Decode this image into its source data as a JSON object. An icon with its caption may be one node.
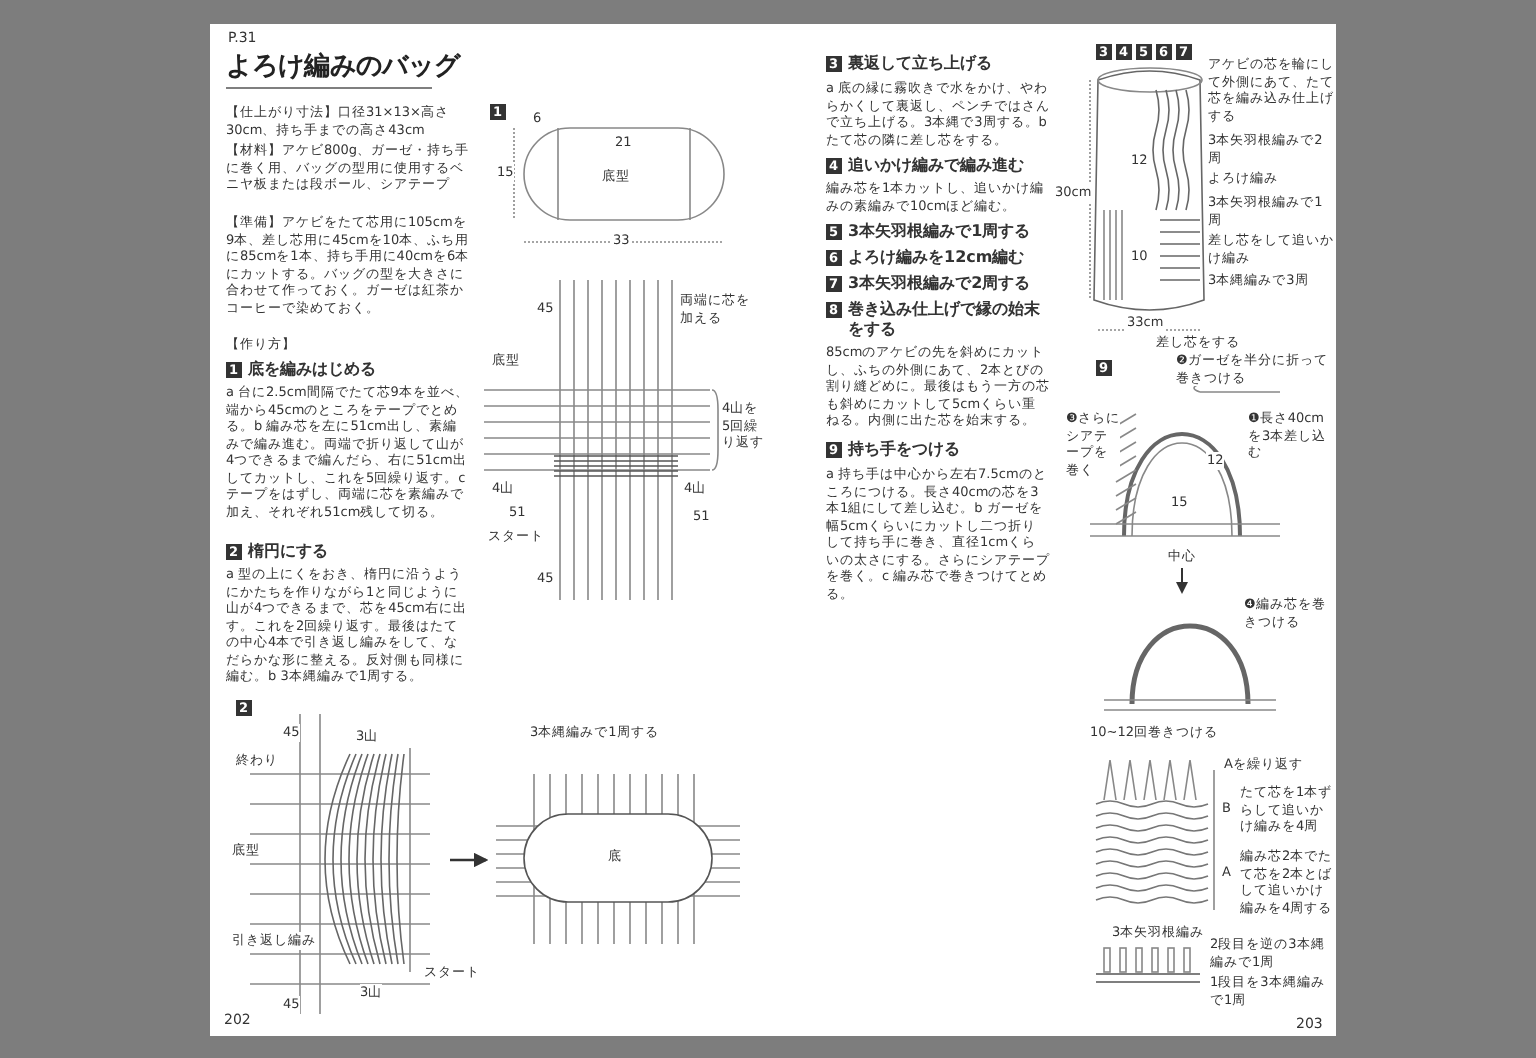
{
  "diagram": {
    "title": "よろけ編みのバッグ",
    "labels": [
      "P.31",
      "【仕上がり寸法】口径31×13×高さ30cm、持ち手までの高さ43cm",
      "【材料】アケビ800g、ガーゼ・持ち手に巻く用、バッグの型用に使用するベニヤ板または段ボール、シアテープ",
      "【準備】アケビをたて芯用に105cmを9本、差し芯用に45cmを10本、ふち用に85cmを1本、持ち手用に40cmを6本にカットする。バッグの型を大きさに合わせて作っておく。ガーゼは紅茶かコーヒーで染めておく。",
      "1",
      "6",
      "21",
      "15",
      "底型",
      "33",
      "【作り方】",
      "1",
      "底を編みはじめる",
      "a 台に2.5cm間隔でたて芯9本を並べ、端から45cmのところをテープでとめる。b 編み芯を左に51cm出し、素編みで編み進む。両端で折り返して山が4つできるまで編んだら、右に51cm出してカットし、これを5回繰り返す。c テープをはずし、両端に芯を素編みで加え、それぞれ51cm残して切る。",
      "2",
      "楕円にする",
      "a 型の上にくをおき、楕円に沿うようにかたちを作りながら1と同じように山が4つできるまで、芯を45cm右に出す。これを2回繰り返す。最後はたての中心4本で引き返し編みをして、なだらかな形に整える。反対側も同様に編む。b 3本縄編みで1周する。",
      "45",
      "底型",
      "両端に芯を加える",
      "4山を5回繰り返す",
      "4山",
      "4山",
      "51",
      "スタート",
      "51",
      "45",
      "2",
      "45",
      "3山",
      "終わり",
      "底型",
      "引き返し編み",
      "45",
      "3山",
      "スタート",
      "3本縄編みで1周する",
      "底",
      "202",
      "3",
      "裏返して立ち上げる",
      "a 底の縁に霧吹きで水をかけ、やわらかくして裏返し、ペンチではさんで立ち上げる。3本縄で3周する。b たて芯の隣に差し芯をする。",
      "4",
      "追いかけ編みで編み進む",
      "編み芯を1本カットし、追いかけ編みの素編みで10cmほど編む。",
      "5",
      "3本矢羽根編みで1周する",
      "6",
      "よろけ編みを12cm編む",
      "7",
      "3本矢羽根編みで2周する",
      "8",
      "巻き込み仕上げで縁の始末をする",
      "85cmのアケビの先を斜めにカットし、ふちの外側にあて、2本とびの割り縫どめに。最後はもう一方の芯も斜めにカットして5cmくらい重ねる。内側に出た芯を始末する。",
      "9",
      "持ち手をつける",
      "a 持ち手は中心から左右7.5cmのところにつける。長さ40cmの芯を3本1組にして差し込む。b ガーゼを幅5cmくらいにカットし二つ折りして持ち手に巻き、直径1cmくらいの太さにする。さらにシアテープを巻く。c 編み芯で巻きつけてとめる。",
      "3",
      "4",
      "5",
      "6",
      "7",
      "30cm",
      "12",
      "10",
      "33cm",
      "アケビの芯を輪にして外側にあて、たて芯を編み込み仕上げする",
      "3本矢羽根編みで2周",
      "よろけ編み",
      "3本矢羽根編みで1周",
      "差し芯をして追いかけ編み",
      "3本縄編みで3周",
      "差し芯をする",
      "9",
      "❷ガーゼを半分に折って巻きつける",
      "❸さらにシアテープを巻く",
      "❶長さ40cmを3本差し込む",
      "12",
      "15",
      "中心",
      "❹編み芯を巻きつける",
      "10~12回巻きつける",
      "Aを繰り返す",
      "B",
      "たて芯を1本ずらして追いかけ編みを4周",
      "A",
      "編み芯2本でたて芯を2本とばして追いかけ編みを4周する",
      "3本矢羽根編み",
      "2段目を逆の3本縄編みで1周",
      "1段目を3本縄編みで1周",
      "203"
    ]
  }
}
